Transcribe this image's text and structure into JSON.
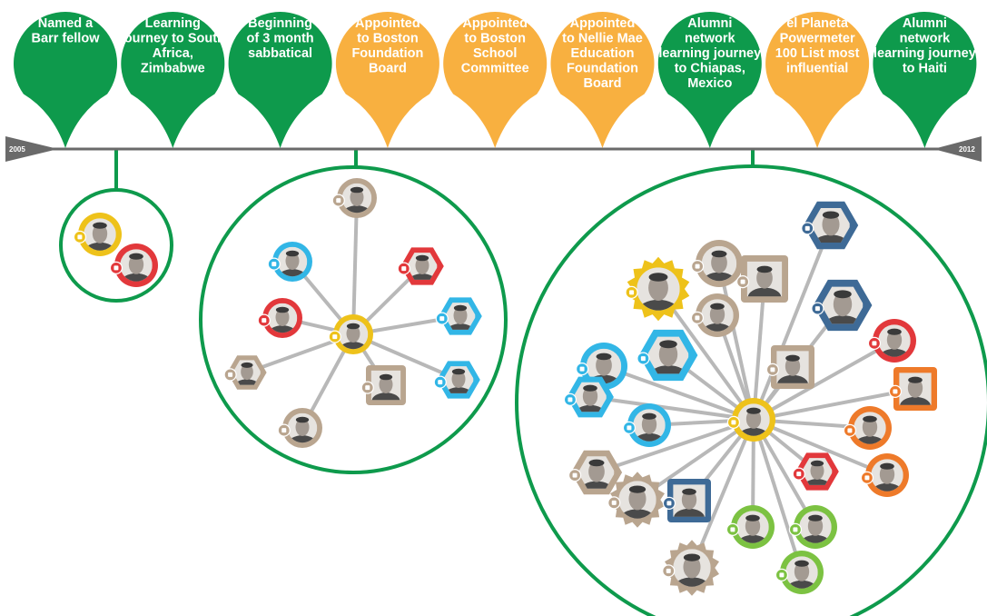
{
  "colors": {
    "green": "#0e9a4c",
    "orange": "#f8b040",
    "timeline": "#6a6a6a",
    "spoke": "#b8b8b8",
    "yellow": "#eec21a",
    "red": "#e2383b",
    "tan": "#b9a58f",
    "blue": "#32b6e6",
    "navy": "#3e6a96",
    "orange2": "#ee7a2a",
    "lime": "#7cc242"
  },
  "timeline": {
    "start_year": "2005",
    "end_year": "2012"
  },
  "events": [
    {
      "lines": [
        "Named a",
        "Barr fellow"
      ],
      "color": "green"
    },
    {
      "lines": [
        "Learning",
        "journey to South",
        "Africa,",
        "Zimbabwe"
      ],
      "color": "green"
    },
    {
      "lines": [
        "Beginning",
        "of 3 month",
        "sabbatical"
      ],
      "color": "green"
    },
    {
      "lines": [
        "Appointed",
        "to Boston",
        "Foundation",
        "Board"
      ],
      "color": "orange"
    },
    {
      "lines": [
        "Appointed",
        "to Boston",
        "School",
        "Committee"
      ],
      "color": "orange"
    },
    {
      "lines": [
        "Appointed",
        "to Nellie Mae",
        "Education",
        "Foundation",
        "Board"
      ],
      "color": "orange"
    },
    {
      "lines": [
        "Alumni",
        "network",
        "learning journey",
        "to Chiapas,",
        "Mexico"
      ],
      "color": "green"
    },
    {
      "lines": [
        "el Planeta",
        "Powermeter",
        "100 List most",
        "influential"
      ],
      "color": "orange"
    },
    {
      "lines": [
        "Alumni",
        "network",
        "learning journey",
        "to Haiti"
      ],
      "color": "green"
    }
  ],
  "network_snapshots": [
    {
      "event_index": 1,
      "center": {
        "shape": "circle",
        "color": "yellow",
        "icon": "lightbulb-icon"
      },
      "nodes": [
        {
          "shape": "circle",
          "color": "red",
          "icon": "house-icon"
        }
      ]
    },
    {
      "event_index": 3,
      "center": {
        "shape": "circle",
        "color": "yellow",
        "icon": "lightbulb-icon"
      },
      "nodes": [
        {
          "shape": "circle",
          "color": "tan",
          "icon": "clipboard-icon"
        },
        {
          "shape": "circle",
          "color": "blue",
          "icon": "people-icon"
        },
        {
          "shape": "hexagon",
          "color": "red",
          "icon": "house-icon"
        },
        {
          "shape": "circle",
          "color": "red",
          "icon": "house-icon"
        },
        {
          "shape": "hexagon",
          "color": "blue",
          "icon": "people-icon"
        },
        {
          "shape": "hexagon",
          "color": "tan",
          "icon": "clipboard-icon"
        },
        {
          "shape": "square",
          "color": "tan",
          "icon": "clipboard-icon"
        },
        {
          "shape": "hexagon",
          "color": "blue",
          "icon": "people-icon"
        },
        {
          "shape": "circle",
          "color": "tan",
          "icon": "clipboard-icon"
        }
      ]
    },
    {
      "event_index": 6,
      "center": {
        "shape": "circle",
        "color": "yellow",
        "icon": "lightbulb-icon"
      },
      "nodes": [
        {
          "shape": "star",
          "color": "yellow",
          "icon": "lightbulb-icon"
        },
        {
          "shape": "circle",
          "color": "tan",
          "icon": "clipboard-icon"
        },
        {
          "shape": "square",
          "color": "tan",
          "icon": "clipboard-icon"
        },
        {
          "shape": "hexagon",
          "color": "navy",
          "icon": "institution-icon"
        },
        {
          "shape": "circle",
          "color": "tan",
          "icon": "clipboard-icon"
        },
        {
          "shape": "hexagon",
          "color": "navy",
          "icon": "institution-icon"
        },
        {
          "shape": "circle",
          "color": "red",
          "icon": "house-icon"
        },
        {
          "shape": "circle",
          "color": "blue",
          "icon": "people-icon"
        },
        {
          "shape": "hexagon",
          "color": "blue",
          "icon": "people-icon"
        },
        {
          "shape": "square",
          "color": "tan",
          "icon": "clipboard-icon"
        },
        {
          "shape": "square",
          "color": "orange2",
          "icon": "media-icon"
        },
        {
          "shape": "hexagon",
          "color": "blue",
          "icon": "people-icon"
        },
        {
          "shape": "circle",
          "color": "blue",
          "icon": "people-icon"
        },
        {
          "shape": "circle",
          "color": "orange2",
          "icon": "media-icon"
        },
        {
          "shape": "hexagon",
          "color": "tan",
          "icon": "clipboard-icon"
        },
        {
          "shape": "hexagon",
          "color": "red",
          "icon": "house-icon"
        },
        {
          "shape": "circle",
          "color": "orange2",
          "icon": "media-icon"
        },
        {
          "shape": "star",
          "color": "tan",
          "icon": "clipboard-icon"
        },
        {
          "shape": "square",
          "color": "navy",
          "icon": "institution-icon"
        },
        {
          "shape": "circle",
          "color": "lime",
          "icon": "globe-icon"
        },
        {
          "shape": "circle",
          "color": "lime",
          "icon": "globe-icon"
        },
        {
          "shape": "circle",
          "color": "lime",
          "icon": "globe-icon"
        },
        {
          "shape": "star",
          "color": "tan",
          "icon": "clipboard-icon"
        }
      ]
    }
  ]
}
